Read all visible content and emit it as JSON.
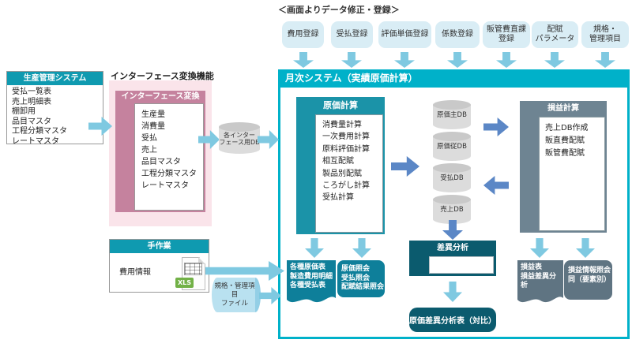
{
  "top_label": "＜画面よりデータ修正・登録＞",
  "registrations": [
    "費用登録",
    "受払登録",
    "評価単価登録",
    "係数登録",
    "販管費直課\n登録",
    "配賦\nパラメータ",
    "規格・\n管理項目"
  ],
  "main_system": {
    "title": "月次システム（実績原価計算）"
  },
  "production_system": {
    "title": "生産管理システム",
    "items": [
      "受払一覧表",
      "売上明細表",
      "棚卸用",
      "品目マスタ",
      "工程分類マスタ",
      "レートマスタ"
    ]
  },
  "interface_function": {
    "label": "インターフェース変換機能",
    "box_title": "インターフェース変換",
    "items": [
      "生産量",
      "消費量",
      "受払",
      "売上",
      "品目マスタ",
      "工程分類マスタ",
      "レートマスタ"
    ],
    "db_label": "各インター\nフェース用DB"
  },
  "cost_calculation": {
    "title": "原価計算",
    "items": [
      "消費量計算",
      "一次費用計算",
      "原料評価計算",
      "相互配賦",
      "製品別配賦",
      "ころがし計算",
      "受払計算"
    ]
  },
  "databases": [
    "原価主DB",
    "原価従DB",
    "受払DB",
    "売上DB"
  ],
  "profit_loss": {
    "title": "損益計算",
    "items": [
      "売上DB作成",
      "販直費配賦",
      "販管費配賦"
    ]
  },
  "variance": {
    "title": "差異分析",
    "report": "原価差異分析表（対比）"
  },
  "outputs": {
    "cost_reports": [
      "各種原価表",
      "製造費用明細",
      "各種受払表"
    ],
    "cost_inquiries": [
      "原価照会",
      "受払照会",
      "配賦結果照会"
    ],
    "pl_reports": [
      "損益表",
      "損益差異分析"
    ],
    "pl_inquiries": [
      "損益情報照会",
      "同（要素別）"
    ]
  },
  "manual_work": {
    "title": "手作業",
    "item": "費用情報",
    "xls_label": "XLS"
  },
  "spec_file": {
    "label": "規格・管理項目\nファイル"
  },
  "colors": {
    "main-teal": "#00b1c9",
    "header-teal": "#0f9ab0",
    "cost-teal": "#1b93a8",
    "output-teal": "#0e7f9a",
    "dark-teal": "#0b5b6e",
    "slate": "#6e8492",
    "slate-dark": "#5f7482",
    "mauve": "#c5829e",
    "pink-bg": "#fae4ea",
    "pill-blue": "#d9edf5",
    "arrow-light": "#7fc9e1",
    "arrow-mid": "#5b87c6",
    "xls-green": "#72b147",
    "cyl-gray": "#dcdcdc",
    "cyl-gray-top": "#c9c9c9",
    "cyl-blue": "#b9e1f0",
    "cyl-blue-cap": "#93cfe6"
  }
}
